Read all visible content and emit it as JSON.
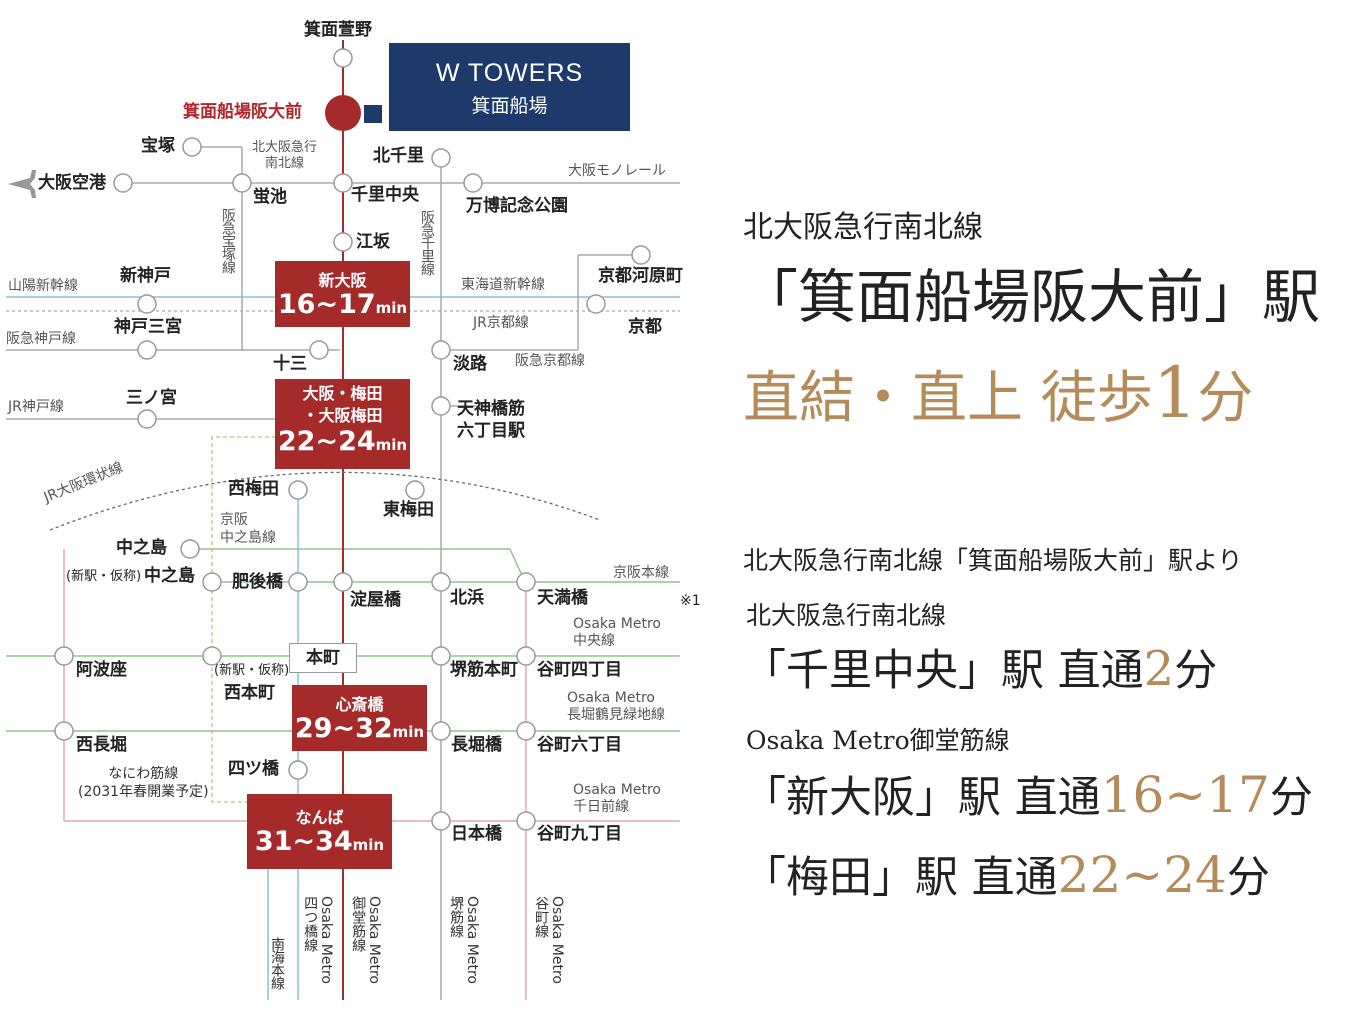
{
  "brand": {
    "name": "W TOWERS",
    "sub": "箕面船場"
  },
  "stations": {
    "minoh_kayano": "箕面萱野",
    "minoh_semba": "箕面船場阪大前",
    "takarazuka": "宝塚",
    "kitaosaka": "北大阪急行\n南北線",
    "kitasenri": "北千里",
    "osaka_airport": "大阪空港",
    "hotarugaike": "蛍池",
    "senri_chuo": "千里中央",
    "banpaku": "万博記念公園",
    "monorail": "大阪モノレール",
    "hankyu_takarazuka": "阪急宝塚線",
    "hankyu_senri": "阪急千里線",
    "esaka": "江坂",
    "shinkobe": "新神戸",
    "kyoto_kawaramachi": "京都河原町",
    "sanyo_shinkansen": "山陽新幹線",
    "tokaido_shinkansen": "東海道新幹線",
    "kobe_sannomiya": "神戸三宮",
    "jr_kyoto": "JR京都線",
    "kyoto": "京都",
    "hankyu_kobe": "阪急神戸線",
    "juso": "十三",
    "awaji": "淡路",
    "hankyu_kyoto": "阪急京都線",
    "sannomiya": "三ノ宮",
    "jr_kobe": "JR神戸線",
    "tenjinbashi": "天神橋筋\n六丁目駅",
    "jr_loop": "JR大阪環状線",
    "nishiumeda": "西梅田",
    "keihan_nakanoshima": "京阪\n中之島線",
    "higashiumeda": "東梅田",
    "nakanoshima": "中之島",
    "new_nakanoshima_prefix": "(新駅・仮称)",
    "new_nakanoshima": "中之島",
    "keihan_main": "京阪本線",
    "higobashi": "肥後橋",
    "yodoyabashi": "淀屋橋",
    "kitahama": "北浜",
    "tenmabashi": "天満橋",
    "note1": "※1",
    "metro_chuo": "Osaka Metro\n中央線",
    "awaza": "阿波座",
    "new_nishihonmachi_prefix": "(新駅・仮称)",
    "nishihonmachi": "西本町",
    "honmachi": "本町",
    "sakaisuji_honmachi": "堺筋本町",
    "tanimachi4": "谷町四丁目",
    "metro_nagahori": "Osaka Metro\n長堀鶴見緑地線",
    "nishinagahori": "西長堀",
    "nagahoribashi": "長堀橋",
    "tanimachi6": "谷町六丁目",
    "naniwasuji": "なにわ筋線\n(2031年春開業予定)",
    "yotsubashi": "四ツ橋",
    "metro_sennichimae": "Osaka Metro\n千日前線",
    "nipponbashi": "日本橋",
    "tanimachi9": "谷町九丁目",
    "nankai": "南海本線",
    "metro_yotsubashi": "Osaka Metro\n四つ橋線",
    "metro_midosuji": "Osaka Metro\n御堂筋線",
    "metro_sakaisuji": "Osaka Metro\n堺筋線",
    "metro_tanimachi": "Osaka Metro\n谷町線"
  },
  "boxes": {
    "shinosaka": {
      "name": "新大阪",
      "time": "16~17",
      "unit": "min"
    },
    "umeda": {
      "name": "大阪・梅田\n・大阪梅田",
      "time": "22~24",
      "unit": "min"
    },
    "shinsaibashi": {
      "name": "心斎橋",
      "time": "29~32",
      "unit": "min"
    },
    "namba": {
      "name": "なんば",
      "time": "31~34",
      "unit": "min"
    }
  },
  "side": {
    "line1": "北大阪急行南北線",
    "headline": "「箕面船場阪大前」駅",
    "sub_prefix": "直結・直上 徒歩",
    "sub_num": "1",
    "sub_suffix": "分",
    "from": "北大阪急行南北線「箕面船場阪大前」駅より",
    "r1_line": "北大阪急行南北線",
    "r1_prefix": "「千里中央」駅 直通",
    "r1_num": "2",
    "r1_suffix": "分",
    "r2_line": "Osaka Metro御堂筋線",
    "r2_prefix": "「新大阪」駅 直通",
    "r2_num": "16~17",
    "r2_suffix": "分",
    "r3_prefix": "「梅田」駅 直通",
    "r3_num": "22~24",
    "r3_suffix": "分"
  },
  "colors": {
    "red": "#a52a2a",
    "navy": "#1d3a6a",
    "gold": "#b58b5a",
    "blue_line": "#7fc3dc",
    "green_line": "#8cc58c",
    "pink_line": "#e3a9a9",
    "gray_line": "#aaaaaa"
  }
}
